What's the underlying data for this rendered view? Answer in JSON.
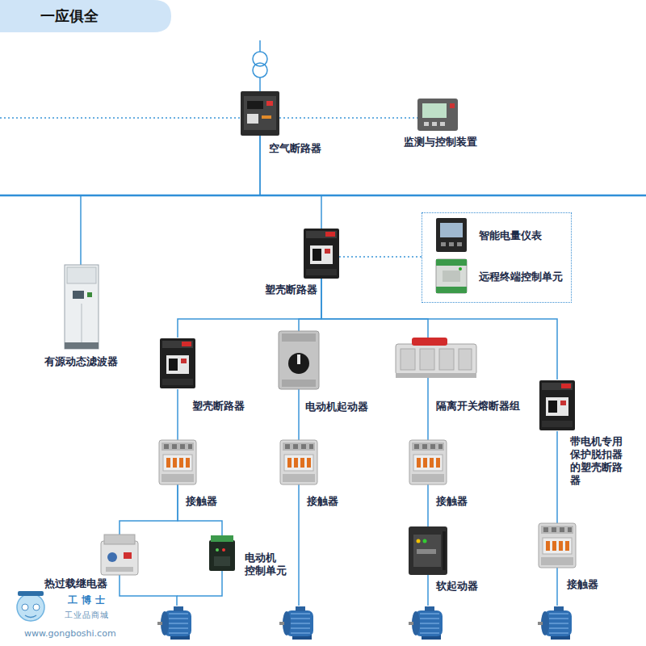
{
  "diagram": {
    "title": "一应俱全",
    "nodes": [
      {
        "text": [
          "空气断路器"
        ]
      },
      {
        "text": [
          "监测与控制装置"
        ]
      },
      {
        "text": [
          "有源动态滤波器"
        ]
      },
      {
        "text": [
          "塑壳断路器"
        ]
      },
      {
        "text": []
      },
      {
        "text": [
          "智能电量仪表"
        ],
        "in": 4
      },
      {
        "text": [
          "远程终端控制单元"
        ],
        "in": 4
      },
      {
        "text": [
          "塑壳断路器"
        ]
      },
      {
        "text": [
          "接触器"
        ]
      },
      {
        "text": [
          "热过载继电器"
        ]
      },
      {
        "text": [
          "电动机 控制单元"
        ]
      },
      {
        "text": [
          "电动机起动器"
        ]
      },
      {
        "text": [
          "接触器"
        ]
      },
      {
        "text": [
          "隔离开关熔断器组"
        ]
      },
      {
        "text": [
          "接触器"
        ]
      },
      {
        "text": [
          "软起动器"
        ]
      },
      {
        "text": [
          "带电机专用 保护脱扣器 的塑壳断路 器"
        ]
      },
      {
        "text": [
          "接触器"
        ]
      }
    ],
    "edges": [
      {
        "from": 0,
        "to": 1,
        "arrow": "none"
      },
      {
        "from": 0,
        "to": 2,
        "arrow": "none"
      },
      {
        "from": 0,
        "to": 3,
        "arrow": "none"
      },
      {
        "from": 3,
        "to": 4,
        "arrow": "none"
      },
      {
        "from": 3,
        "to": 7,
        "arrow": "none"
      },
      {
        "from": 3,
        "to": 11,
        "arrow": "none"
      },
      {
        "from": 3,
        "to": 13,
        "arrow": "none"
      },
      {
        "from": 3,
        "to": 16,
        "arrow": "none"
      },
      {
        "from": 7,
        "to": 8,
        "arrow": "none"
      },
      {
        "from": 8,
        "to": 9,
        "arrow": "none"
      },
      {
        "from": 8,
        "to": 10,
        "arrow": "none"
      },
      {
        "from": 11,
        "to": 12,
        "arrow": "none"
      },
      {
        "from": 13,
        "to": 14,
        "arrow": "none"
      },
      {
        "from": 14,
        "to": 15,
        "arrow": "none"
      },
      {
        "from": 16,
        "to": 17,
        "arrow": "none"
      }
    ],
    "labels": [
      "工博士",
      "工业品商城",
      "www.gongboshi.com"
    ]
  }
}
